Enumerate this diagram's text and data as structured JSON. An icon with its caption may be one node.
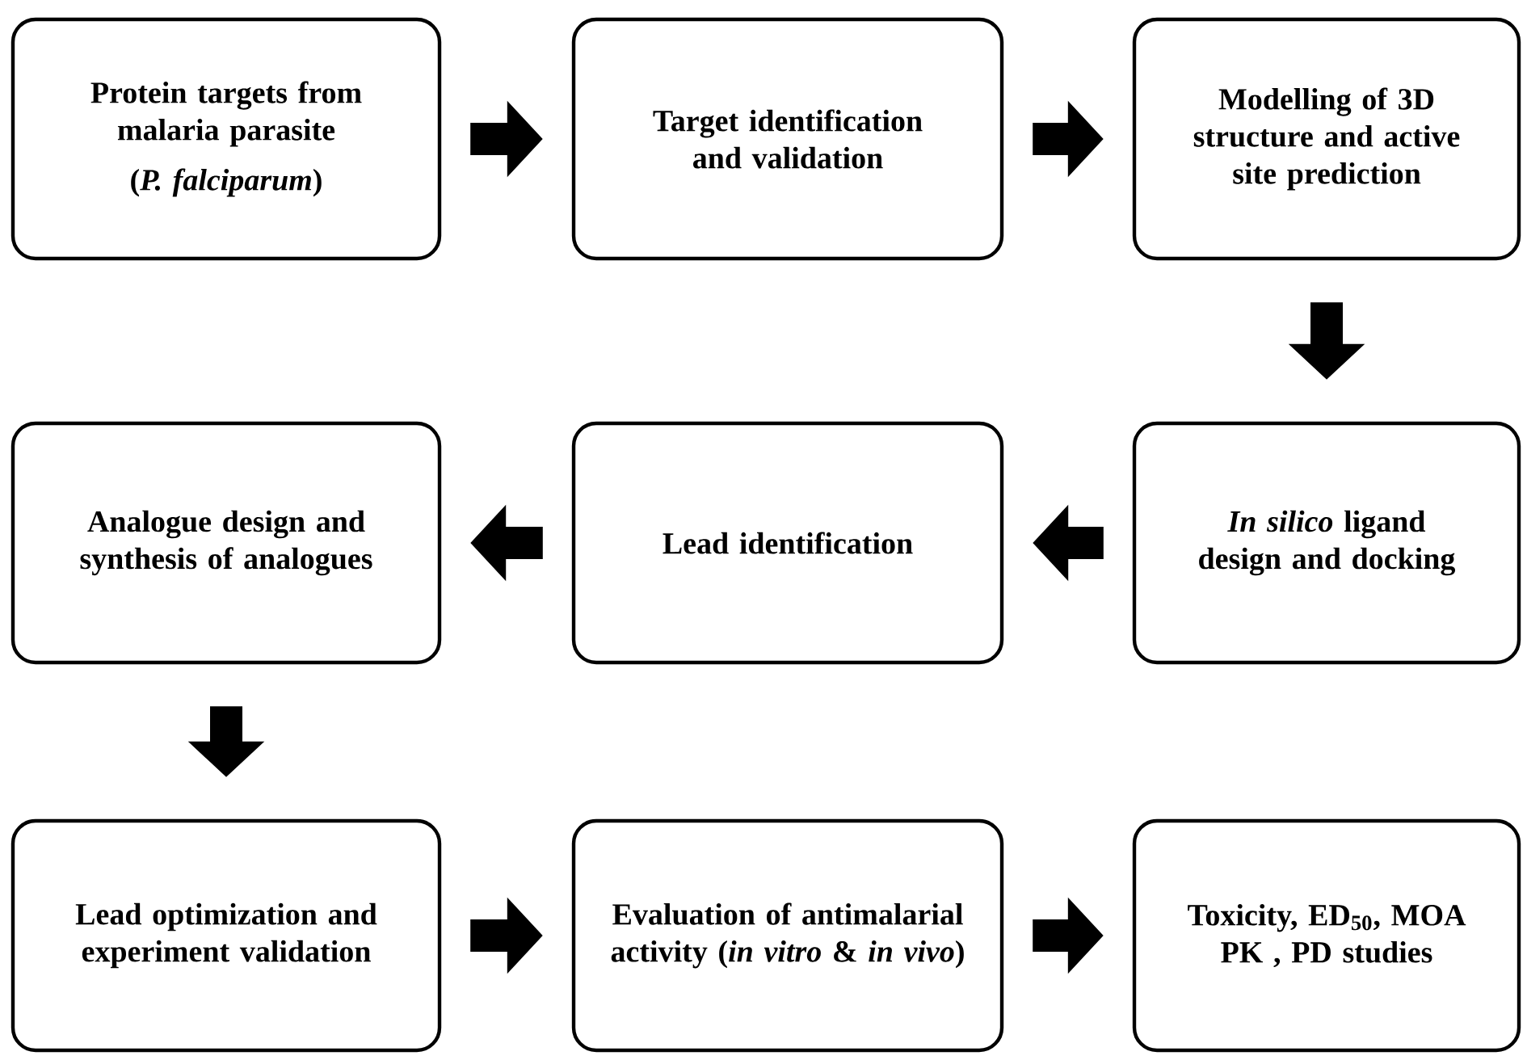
{
  "diagram": {
    "nodes": [
      {
        "text": [
          "Protein targets from malaria parasite",
          "(*P. falciparum*)"
        ]
      },
      {
        "text": [
          "Target identification and validation"
        ]
      },
      {
        "text": [
          "Modelling of 3D structure and active site prediction"
        ]
      },
      {
        "text": [
          "Analogue design and synthesis of analogues"
        ]
      },
      {
        "text": [
          "Lead identification"
        ]
      },
      {
        "text": [
          "*In silico* ligand design and docking"
        ]
      },
      {
        "text": [
          "Lead optimization and experiment validation"
        ]
      },
      {
        "text": [
          "Evaluation of antimalarial activity (*in vitro* & *in vivo*)"
        ]
      },
      {
        "text": [
          "Toxicity, ED$_{50}$, MOA PK , PD studies"
        ]
      }
    ],
    "edges": [
      {
        "from": 0,
        "to": 1,
        "arrow": "to"
      },
      {
        "from": 1,
        "to": 2,
        "arrow": "to"
      },
      {
        "from": 2,
        "to": 5,
        "arrow": "to"
      },
      {
        "from": 5,
        "to": 4,
        "arrow": "to"
      },
      {
        "from": 4,
        "to": 3,
        "arrow": "to"
      },
      {
        "from": 3,
        "to": 6,
        "arrow": "to"
      },
      {
        "from": 6,
        "to": 7,
        "arrow": "to"
      },
      {
        "from": 7,
        "to": 8,
        "arrow": "to"
      }
    ]
  }
}
